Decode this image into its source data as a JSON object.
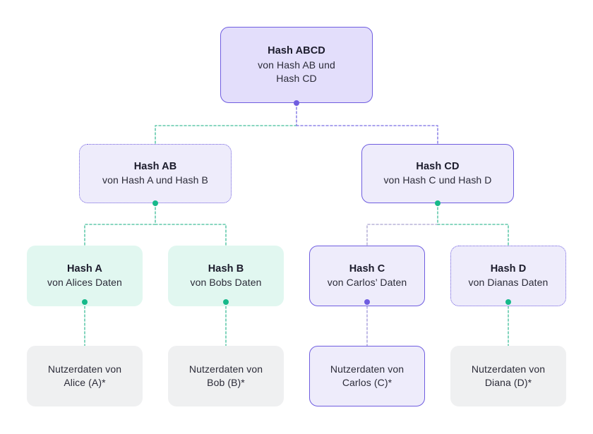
{
  "diagram": {
    "kind": "merkle-tree",
    "background": "#ffffff",
    "colors": {
      "purple_border": "#6f5de0",
      "purple_fill": "#e3defb",
      "purple_fill_pale": "#eeecfb",
      "mint_fill": "#e1f7f0",
      "gray_fill": "#eff0f1",
      "teal_line": "#4ec5a5",
      "purple_line": "#8f86e8",
      "teal_dot": "#17b98a",
      "purple_dot": "#6f5de0",
      "text": "#1b1b2b"
    },
    "nodes": {
      "root": {
        "title": "Hash ABCD",
        "sub_line1": "von Hash AB und",
        "sub_line2": "Hash CD"
      },
      "hash_ab": {
        "title": "Hash AB",
        "sub_line1": "von Hash A und Hash B"
      },
      "hash_cd": {
        "title": "Hash CD",
        "sub_line1": "von Hash C und Hash D"
      },
      "hash_a": {
        "title": "Hash A",
        "sub_line1": "von Alices Daten"
      },
      "hash_b": {
        "title": "Hash B",
        "sub_line1": "von Bobs Daten"
      },
      "hash_c": {
        "title": "Hash C",
        "sub_line1": "von Carlos’ Daten"
      },
      "hash_d": {
        "title": "Hash D",
        "sub_line1": "von Dianas Daten"
      },
      "data_a": {
        "line1": "Nutzerdaten von",
        "line2": "Alice (A)*"
      },
      "data_b": {
        "line1": "Nutzerdaten von",
        "line2": "Bob (B)*"
      },
      "data_c": {
        "line1": "Nutzerdaten von",
        "line2": "Carlos (C)*"
      },
      "data_d": {
        "line1": "Nutzerdaten von",
        "line2": "Diana (D)*"
      }
    }
  }
}
